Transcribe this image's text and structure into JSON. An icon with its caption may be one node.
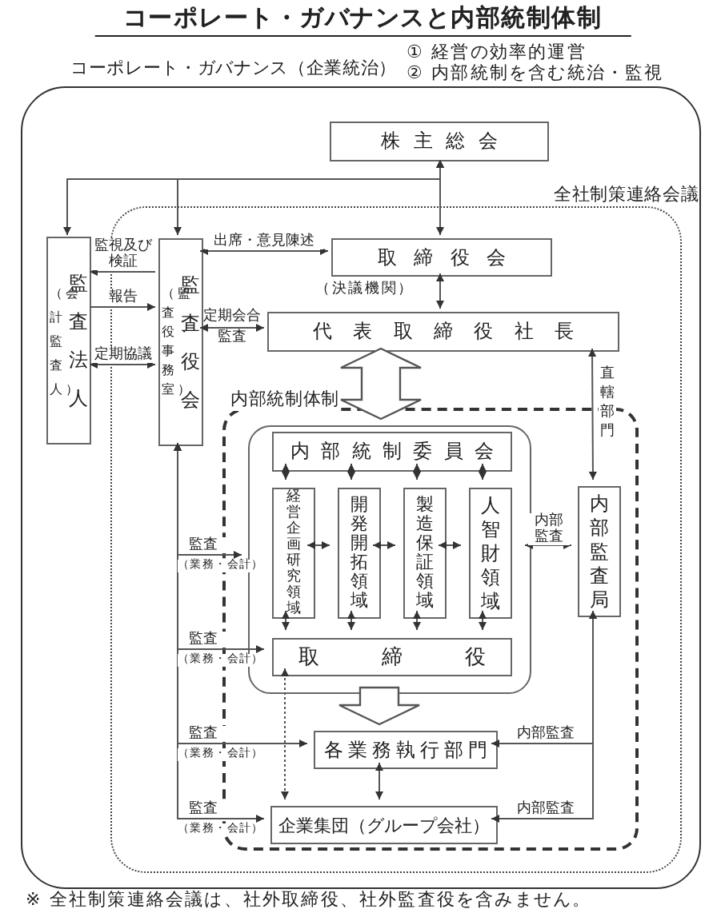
{
  "diagram": {
    "title": "コーポレート・ガバナンスと内部統制体制",
    "caption": "※ 全社制策連絡会議は、社外取締役、社外監査役を含みません。",
    "nodes": [
      {
        "text": [
          "コーポレート・ガバナンス（企業統治）"
        ]
      },
      {
        "text": [
          "全社制策連絡会議"
        ],
        "in": 0
      },
      {
        "text": [
          "株主総会"
        ],
        "in": 0
      },
      {
        "text": [
          "監査法人",
          "（会計監査人）"
        ],
        "in": 0
      },
      {
        "text": [
          "監査役会",
          "（監査役・事務室）"
        ],
        "in": 1
      },
      {
        "text": [
          "取締役会"
        ],
        "beside": [
          "（決議機関）"
        ],
        "in": 1
      },
      {
        "text": [
          "代表取締役社長"
        ],
        "in": 1
      },
      {
        "text": [
          "内部統制体制"
        ],
        "in": 1
      },
      {
        "text": [],
        "shape": "box",
        "in": 7
      },
      {
        "text": [
          "内部統制委員会"
        ],
        "in": 8
      },
      {
        "text": [
          "経営企画研究領域"
        ],
        "in": 8
      },
      {
        "text": [
          "開発開拓領域"
        ],
        "in": 8
      },
      {
        "text": [
          "製造保証領域"
        ],
        "in": 8
      },
      {
        "text": [
          "人智財領域"
        ],
        "in": 8
      },
      {
        "text": [
          "取締役"
        ],
        "in": 8
      },
      {
        "text": [
          "内部監査局"
        ],
        "in": 7
      },
      {
        "text": [
          "各業務執行部門"
        ],
        "in": 7
      },
      {
        "text": [
          "企業集団（グループ会社）"
        ],
        "in": 7
      }
    ],
    "edges": [
      {
        "from": 2,
        "to": 5,
        "arrow": "both"
      },
      {
        "from": 2,
        "to": 3,
        "arrow": "both"
      },
      {
        "from": 2,
        "to": 4,
        "arrow": "both"
      },
      {
        "from": 4,
        "to": 3,
        "arrow": "to",
        "label": "監視及び検証"
      },
      {
        "from": 3,
        "to": 4,
        "arrow": "to",
        "label": "報告"
      },
      {
        "from": 3,
        "to": 4,
        "arrow": "both",
        "label": "定期協議"
      },
      {
        "from": 4,
        "to": 5,
        "arrow": "both",
        "label": "出席・意見陳述"
      },
      {
        "from": 4,
        "to": 6,
        "arrow": "both",
        "label": "定期会合監査"
      },
      {
        "from": 5,
        "to": 6,
        "arrow": "both"
      },
      {
        "from": 6,
        "to": 8,
        "arrow": "both",
        "style": "thick"
      },
      {
        "from": 6,
        "to": 15,
        "arrow": "both",
        "label": "直轄部門"
      },
      {
        "from": 9,
        "to": 10,
        "arrow": "both"
      },
      {
        "from": 9,
        "to": 11,
        "arrow": "both"
      },
      {
        "from": 9,
        "to": 12,
        "arrow": "both"
      },
      {
        "from": 9,
        "to": 13,
        "arrow": "both"
      },
      {
        "from": 10,
        "to": 11,
        "arrow": "both"
      },
      {
        "from": 11,
        "to": 12,
        "arrow": "both"
      },
      {
        "from": 12,
        "to": 13,
        "arrow": "both"
      },
      {
        "from": 10,
        "to": 14,
        "arrow": "both"
      },
      {
        "from": 11,
        "to": 14,
        "arrow": "both"
      },
      {
        "from": 12,
        "to": 14,
        "arrow": "both"
      },
      {
        "from": 13,
        "to": 14,
        "arrow": "both"
      },
      {
        "from": 15,
        "to": 8,
        "arrow": "both",
        "label": "内部監査"
      },
      {
        "from": 8,
        "to": 16,
        "arrow": "to",
        "style": "thick"
      },
      {
        "from": 16,
        "to": 17,
        "arrow": "both"
      },
      {
        "from": 15,
        "to": 16,
        "arrow": "both",
        "label": "内部監査"
      },
      {
        "from": 15,
        "to": 17,
        "arrow": "both",
        "label": "内部監査"
      },
      {
        "from": 4,
        "to": 8,
        "arrow": "both",
        "label": "監査"
      },
      {
        "from": 4,
        "to": 14,
        "arrow": "both",
        "label": "監査"
      },
      {
        "from": 4,
        "to": 16,
        "arrow": "both",
        "label": "監査"
      },
      {
        "from": 4,
        "to": 17,
        "arrow": "both",
        "label": "監査"
      },
      {
        "from": 14,
        "to": 17,
        "arrow": "both",
        "style": "dashed"
      }
    ],
    "labels": [
      "① 経営の効率的運営",
      "② 内部統制を含む統治・監視",
      "（業務・会計）",
      "（業務・会計）",
      "（業務・会計）",
      "（業務・会計）"
    ]
  }
}
